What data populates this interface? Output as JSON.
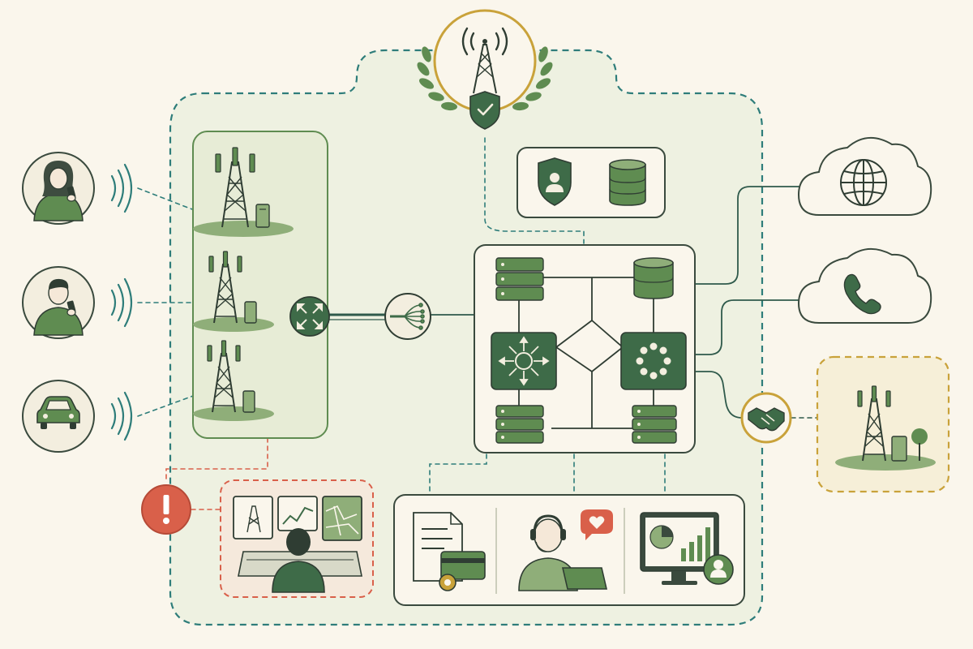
{
  "diagram": {
    "kind": "telecom-network-architecture",
    "colors": {
      "background": "#faf6ec",
      "network_boundary": "#2e7d7a",
      "network_fill": "#eef1e1",
      "group_border": "#5f8c51",
      "dark_green": "#3e6b48",
      "mid_green": "#5f8c51",
      "light_green": "#8fae79",
      "alert": "#d9604a",
      "partner": "#c9a23a",
      "ink": "#3a4a3e"
    },
    "nodes": [
      {
        "id": "user-woman-phone",
        "icon": "woman-with-phone-icon",
        "role": "subscriber"
      },
      {
        "id": "user-man-phone",
        "icon": "man-with-phone-icon",
        "role": "subscriber"
      },
      {
        "id": "connected-car",
        "icon": "car-icon",
        "role": "subscriber"
      },
      {
        "id": "cell-tower-1",
        "icon": "cell-tower-icon",
        "role": "radio-access"
      },
      {
        "id": "cell-tower-2",
        "icon": "cell-tower-icon",
        "role": "radio-access"
      },
      {
        "id": "cell-tower-3",
        "icon": "cell-tower-icon",
        "role": "radio-access"
      },
      {
        "id": "aggregation-router",
        "icon": "router-icon",
        "role": "backhaul"
      },
      {
        "id": "fiber-link",
        "icon": "fiber-optic-icon",
        "role": "transport"
      },
      {
        "id": "regulator",
        "icon": "certified-tower-shield-icon",
        "role": "license-authority"
      },
      {
        "id": "security-database",
        "icon": "user-shield-and-database-icon",
        "role": "identity"
      },
      {
        "id": "core-network",
        "icon": "core-switching-icon",
        "role": "core"
      },
      {
        "id": "internet-cloud",
        "icon": "globe-cloud-icon",
        "role": "external"
      },
      {
        "id": "voice-cloud",
        "icon": "phone-cloud-icon",
        "role": "external"
      },
      {
        "id": "roaming-partner",
        "icon": "handshake-icon",
        "role": "interconnect"
      },
      {
        "id": "partner-tower",
        "icon": "partner-tower-icon",
        "role": "partner-network"
      },
      {
        "id": "noc-alert",
        "icon": "alert-icon",
        "role": "fault"
      },
      {
        "id": "network-operations-center",
        "icon": "operator-monitors-icon",
        "role": "operations"
      },
      {
        "id": "billing",
        "icon": "invoice-card-icon",
        "role": "business-support"
      },
      {
        "id": "customer-care",
        "icon": "support-agent-icon",
        "role": "business-support"
      },
      {
        "id": "analytics-dashboard",
        "icon": "dashboard-icon",
        "role": "business-support"
      }
    ]
  }
}
